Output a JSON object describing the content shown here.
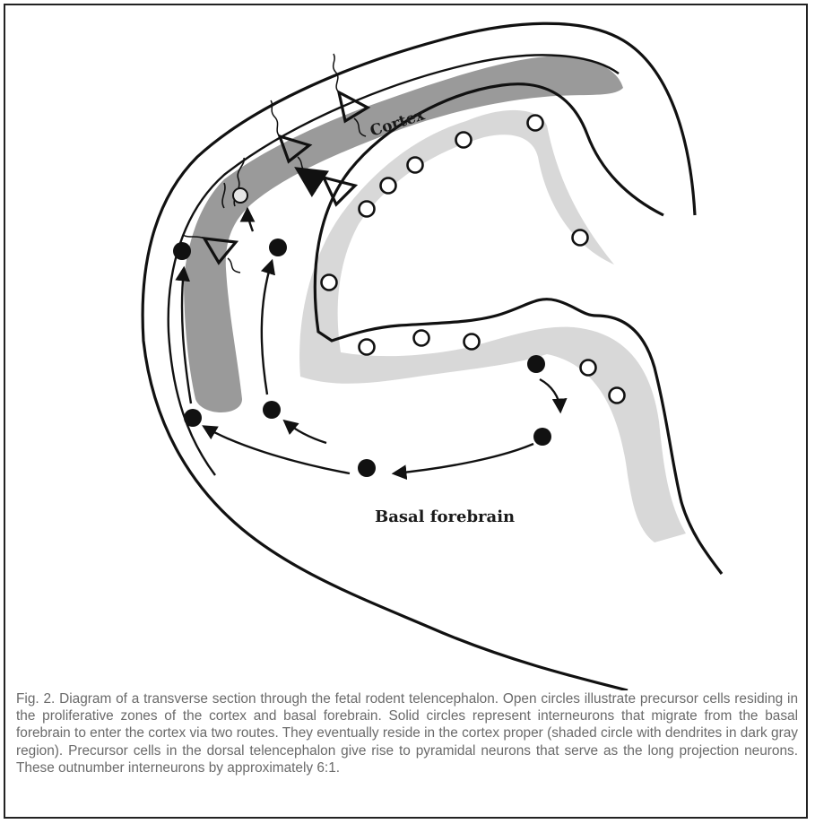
{
  "diagram": {
    "labels": {
      "cortex": "Cortex",
      "basal_forebrain": "Basal forebrain"
    },
    "colors": {
      "outline": "#111111",
      "dark_gray_region": "#9a9a9a",
      "light_gray_zone": "#d8d8d8",
      "solid_circle": "#111111",
      "caption_text": "#6a6a6a"
    },
    "legend_symbols": {
      "open_circle": "precursor cell",
      "solid_circle": "interneuron",
      "triangle": "pyramidal neuron",
      "shaded_circle": "interneuron in cortex proper"
    }
  },
  "caption": {
    "text": "Fig. 2.   Diagram of a transverse section through the fetal rodent telencephalon. Open circles illustrate precursor cells residing in the proliferative zones of the cortex and basal forebrain. Solid circles represent interneurons that migrate from the basal forebrain to enter the cortex via two routes. They eventually reside in the cortex proper (shaded circle with dendrites in dark gray region). Precursor cells in the dorsal telencephalon give rise to pyramidal neurons that serve as the long projection neurons. These outnumber interneurons by approximately 6:1."
  }
}
